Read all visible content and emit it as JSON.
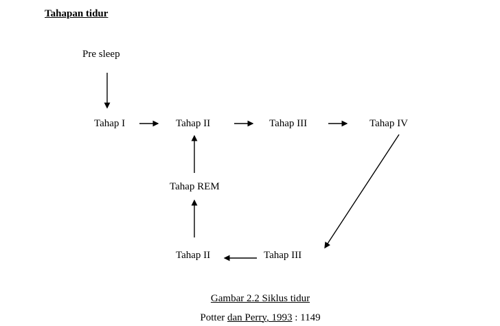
{
  "title": "Tahapan tidur",
  "diagram": {
    "nodes": {
      "pre_sleep": "Pre sleep",
      "tahap_1": "Tahap I",
      "tahap_2_top": "Tahap II",
      "tahap_3_top": "Tahap III",
      "tahap_4": "Tahap IV",
      "tahap_rem": "Tahap REM",
      "tahap_2_bottom": "Tahap II",
      "tahap_3_bottom": "Tahap III"
    },
    "edges": [
      "pre-sleep to tahap-1 (down)",
      "tahap-1 to tahap-2 (right)",
      "tahap-2 to tahap-3 (right)",
      "tahap-3 to tahap-4 (right)",
      "tahap-4 to tahap-3-bottom (diagonal down-left)",
      "tahap-3-bottom to tahap-2-bottom (left)",
      "tahap-2-bottom to tahap-rem (up)",
      "tahap-rem to tahap-2-top (up)"
    ]
  },
  "caption": {
    "line1": "Gambar 2.2 Siklus tidur",
    "line2_parts": [
      "Potter ",
      "dan Perry, 1993",
      " : 1149"
    ]
  },
  "colors": {
    "text": "#000000",
    "background": "#ffffff",
    "arrow": "#000000"
  }
}
